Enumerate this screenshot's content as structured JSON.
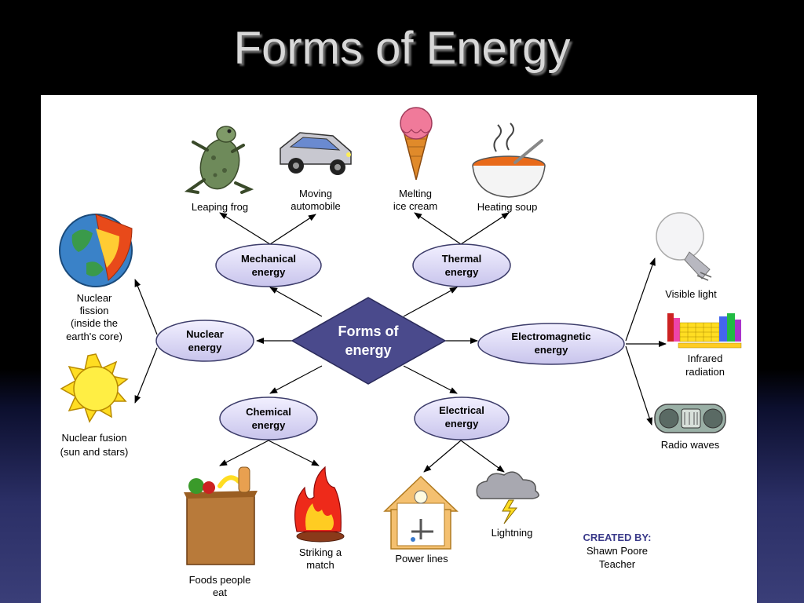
{
  "title": "Forms of Energy",
  "center": [
    "Forms of",
    "energy"
  ],
  "nodes": {
    "mechanical": [
      "Mechanical",
      "energy"
    ],
    "thermal": [
      "Thermal",
      "energy"
    ],
    "nuclear": [
      "Nuclear",
      "energy"
    ],
    "electromagnetic": [
      "Electromagnetic",
      "energy"
    ],
    "chemical": [
      "Chemical",
      "energy"
    ],
    "electrical": [
      "Electrical",
      "energy"
    ]
  },
  "items": {
    "leaping_frog": [
      "Leaping frog"
    ],
    "moving_automobile": [
      "Moving",
      "automobile"
    ],
    "melting_ice_cream": [
      "Melting",
      "ice cream"
    ],
    "heating_soup": [
      "Heating soup"
    ],
    "nuclear_fission": [
      "Nuclear",
      "fission",
      "(inside the",
      "earth's core)"
    ],
    "nuclear_fusion": [
      "Nuclear fusion",
      "(sun and stars)"
    ],
    "visible_light": [
      "Visible light"
    ],
    "infrared_radiation": [
      "Infrared",
      "radiation"
    ],
    "radio_waves": [
      "Radio waves"
    ],
    "foods_people_eat": [
      "Foods people",
      "eat"
    ],
    "striking_a_match": [
      "Striking a",
      "match"
    ],
    "power_lines": [
      "Power lines"
    ],
    "lightning": [
      "Lightning"
    ]
  },
  "credit": {
    "heading": "CREATED BY:",
    "name": "Shawn Poore",
    "role": "Teacher"
  }
}
